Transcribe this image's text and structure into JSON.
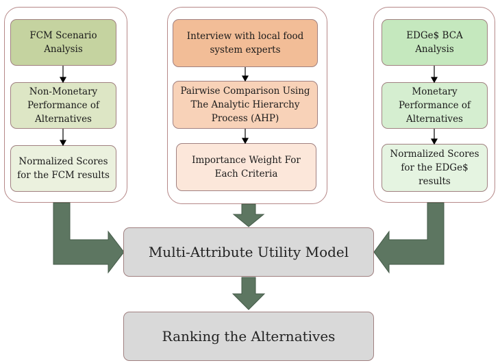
{
  "left_column": {
    "step1": "FCM Scenario Analysis",
    "step2": "Non-Monetary Performance of Alternatives",
    "step3": "Normalized Scores for the FCM results"
  },
  "middle_column": {
    "step1": "Interview with local food system experts",
    "step2": "Pairwise Comparison Using The Analytic Hierarchy Process (AHP)",
    "step3": "Importance Weight For Each Criteria"
  },
  "right_column": {
    "step1": "EDGe$ BCA Analysis",
    "step2": "Monetary Performance of Alternatives",
    "step3": "Normalized Scores for the EDGe$ results"
  },
  "model_box": "Multi-Attribute Utility Model",
  "ranking_box": "Ranking the Alternatives",
  "colors": {
    "panel_border": "#b58787",
    "box_border": "#a08080",
    "green_dark": "#c5d3a0",
    "green_mid": "#dde6c5",
    "green_light": "#ebf1de",
    "orange_dark": "#f2bd97",
    "orange_mid": "#f8d2b8",
    "orange_light": "#fce7da",
    "mint_dark": "#c5e8be",
    "mint_mid": "#d5eed0",
    "mint_light": "#e5f4e1",
    "gray_box": "#d9d9d9",
    "thick_arrow": "#5d7661"
  }
}
